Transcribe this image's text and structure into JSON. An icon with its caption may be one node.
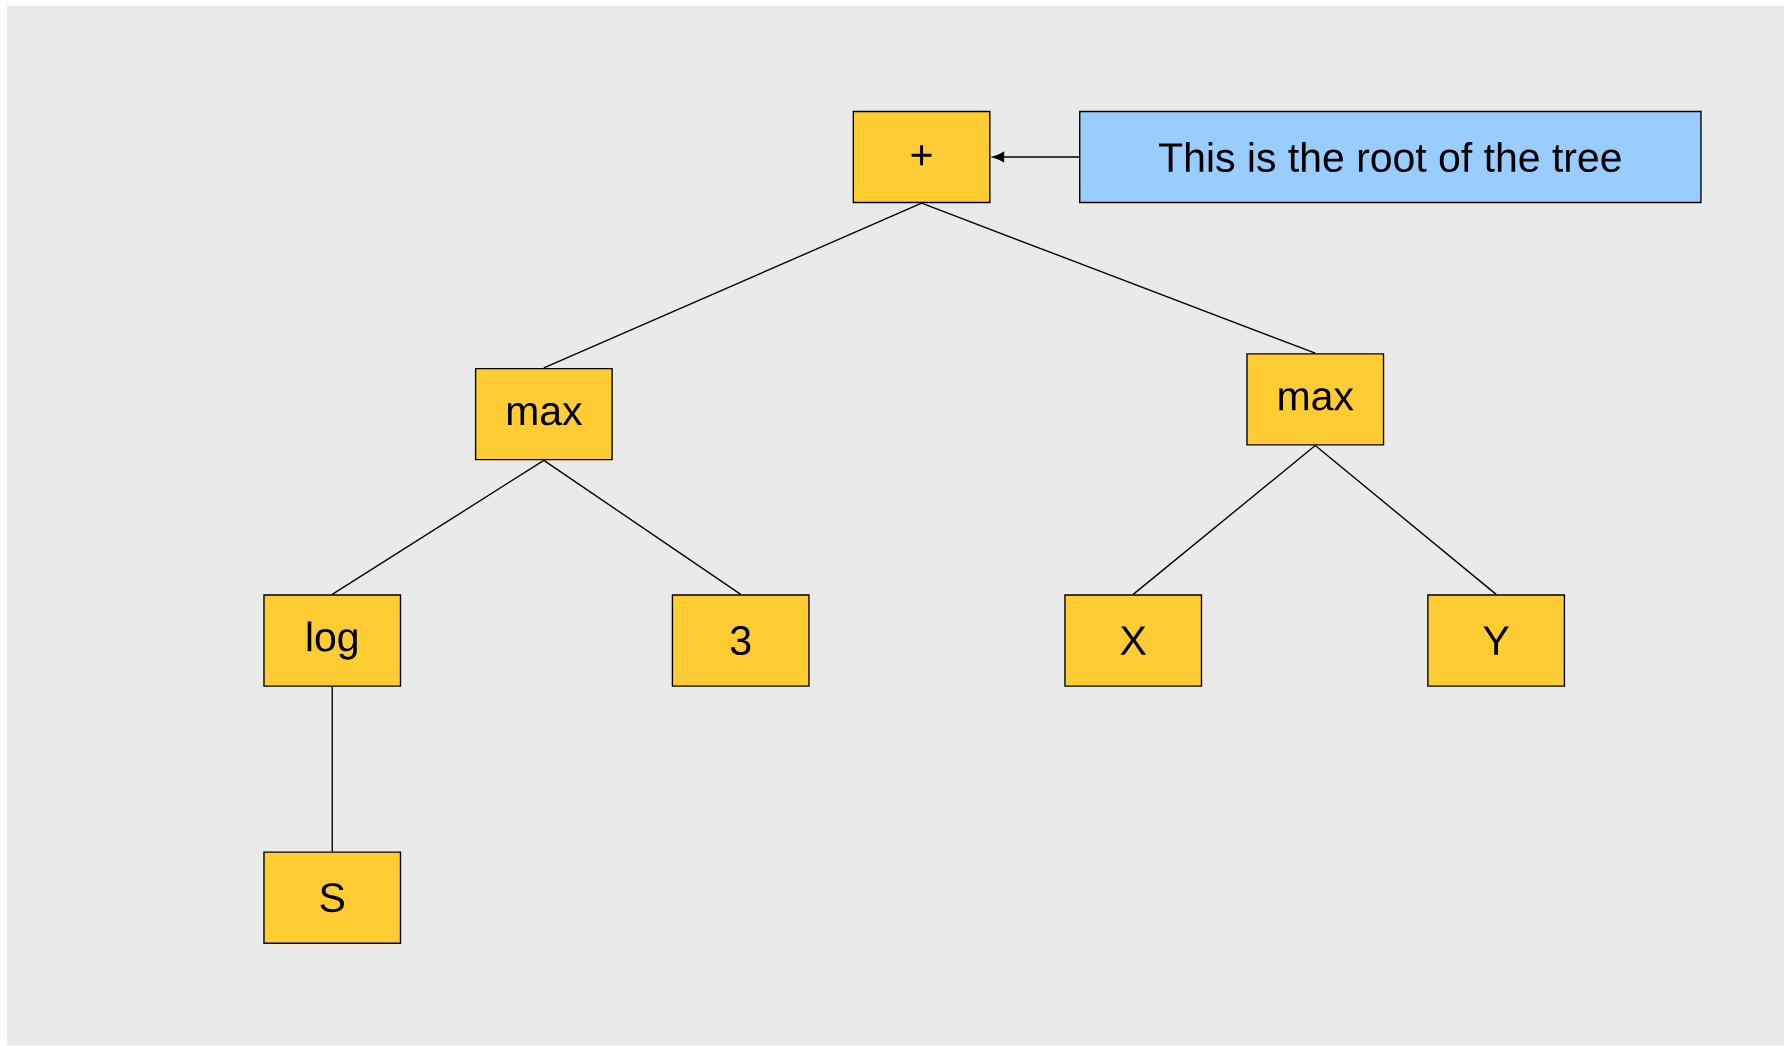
{
  "diagram": {
    "nodes": [
      {
        "text": [
          "+"
        ]
      },
      {
        "text": [
          "This is the root of the tree"
        ]
      },
      {
        "text": [
          "max"
        ]
      },
      {
        "text": [
          "max"
        ]
      },
      {
        "text": [
          "log"
        ]
      },
      {
        "text": [
          "3"
        ]
      },
      {
        "text": [
          "X"
        ]
      },
      {
        "text": [
          "Y"
        ]
      },
      {
        "text": [
          "S"
        ]
      }
    ],
    "edges": [
      {
        "from": 1,
        "to": 0,
        "arrow": "to"
      },
      {
        "from": 0,
        "to": 2,
        "arrow": "none"
      },
      {
        "from": 0,
        "to": 3,
        "arrow": "none"
      },
      {
        "from": 2,
        "to": 4,
        "arrow": "none"
      },
      {
        "from": 2,
        "to": 5,
        "arrow": "none"
      },
      {
        "from": 3,
        "to": 6,
        "arrow": "none"
      },
      {
        "from": 3,
        "to": 7,
        "arrow": "none"
      },
      {
        "from": 4,
        "to": 8,
        "arrow": "none"
      }
    ]
  }
}
